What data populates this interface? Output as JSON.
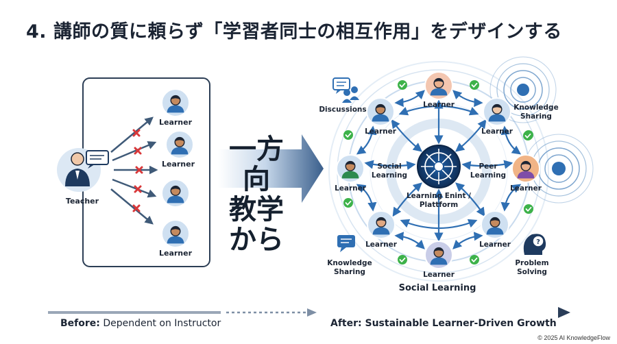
{
  "title": "4. 講師の質に頼らず「学習者同士の相互作用」をデザインする",
  "before": {
    "teacher_label": "Teacher",
    "learners": [
      "Learner",
      "Learner",
      "Learner"
    ]
  },
  "middle_text": [
    "一方向",
    "教学",
    "から"
  ],
  "after": {
    "hub_label_1": "Learning Enint /",
    "hub_label_2": "Plattform",
    "social_left_1": "Social",
    "social_left_2": "Learning",
    "peer_right_1": "Peer",
    "peer_right_2": "Learning",
    "learner": "Learner",
    "discussions": "Discussions",
    "knowledge_sharing_1": "Knowledge",
    "knowledge_sharing_2": "Sharing",
    "problem_solving_1": "Problem",
    "problem_solving_2": "Solving",
    "caption": "Social Learning"
  },
  "footer": {
    "before_bold": "Before:",
    "before_text": " Dependent on Instructor",
    "after_text": "After: Sustainable Learner-Driven Growth"
  },
  "copyright": "© 2025 AI KnowledgeFlow",
  "colors": {
    "navy": "#1e3a5f",
    "blue": "#2f6fb3",
    "light": "#cfe3f5",
    "red": "#d9383a",
    "green": "#3db24a"
  }
}
